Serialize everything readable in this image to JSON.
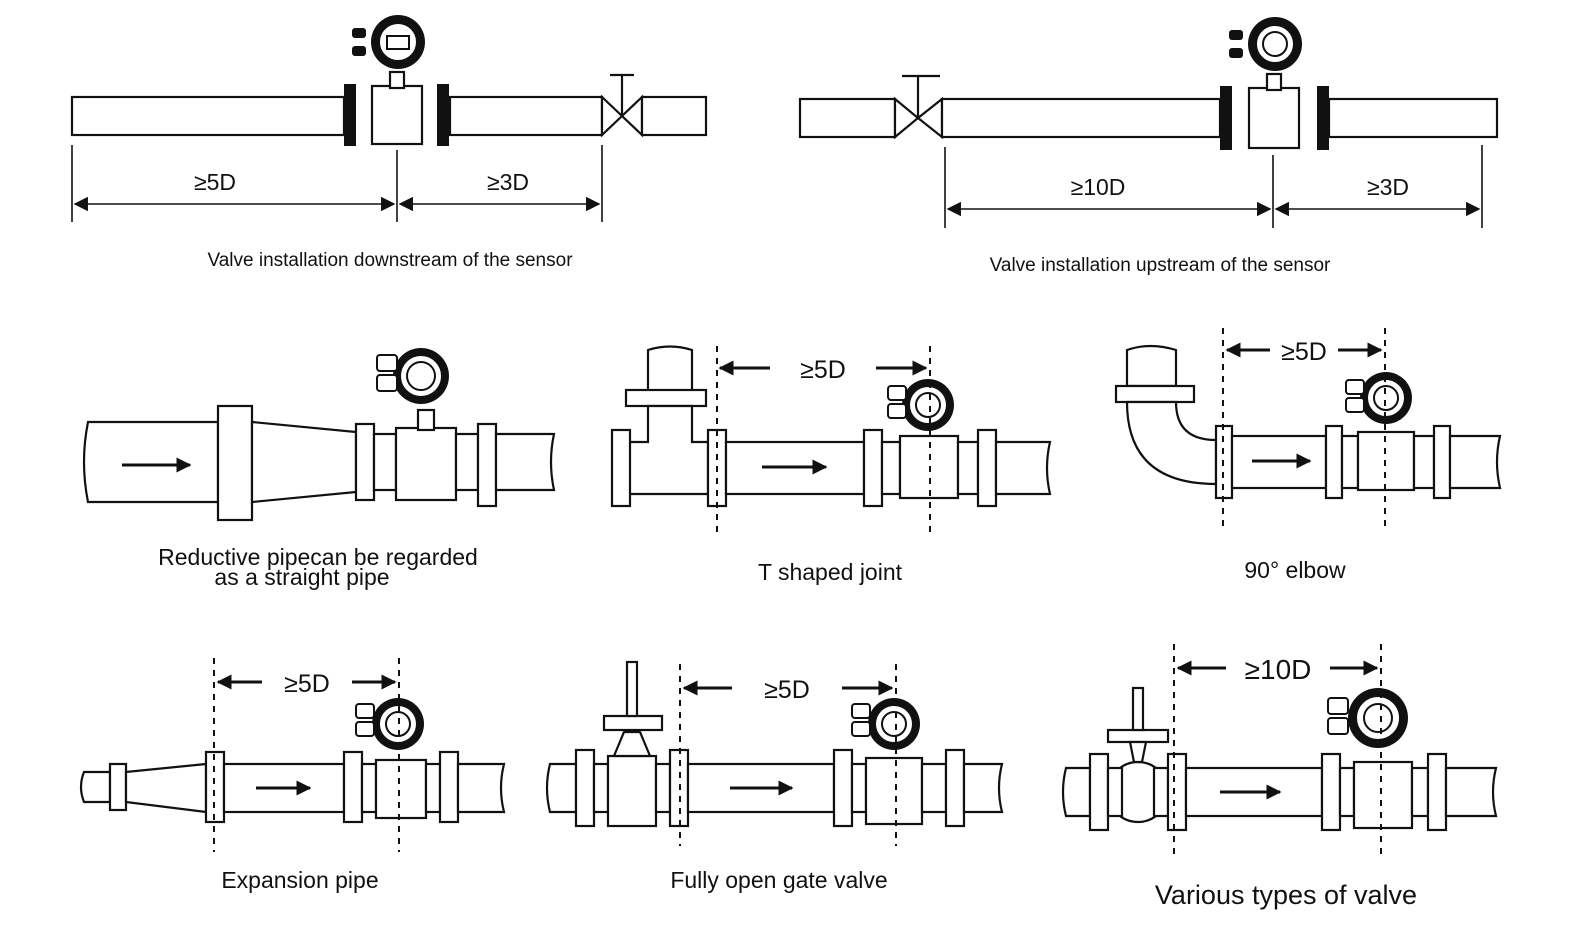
{
  "panels": {
    "downstream": {
      "caption": "Valve installation downstream of the sensor",
      "dims": [
        "≥5D",
        "≥3D"
      ]
    },
    "upstream": {
      "caption": "Valve installation upstream of the sensor",
      "dims": [
        "≥10D",
        "≥3D"
      ]
    },
    "reducer": {
      "caption_line1": "Reductive pipecan be regarded",
      "caption_line2": "as a straight pipe"
    },
    "tee": {
      "caption": "T shaped joint",
      "dim": "≥5D"
    },
    "elbow": {
      "caption": "90° elbow",
      "dim": "≥5D"
    },
    "expansion": {
      "caption": "Expansion pipe",
      "dim": "≥5D"
    },
    "gate": {
      "caption": "Fully open gate valve",
      "dim": "≥5D"
    },
    "valves": {
      "caption": "Various types of valve",
      "dim": "≥10D"
    }
  }
}
